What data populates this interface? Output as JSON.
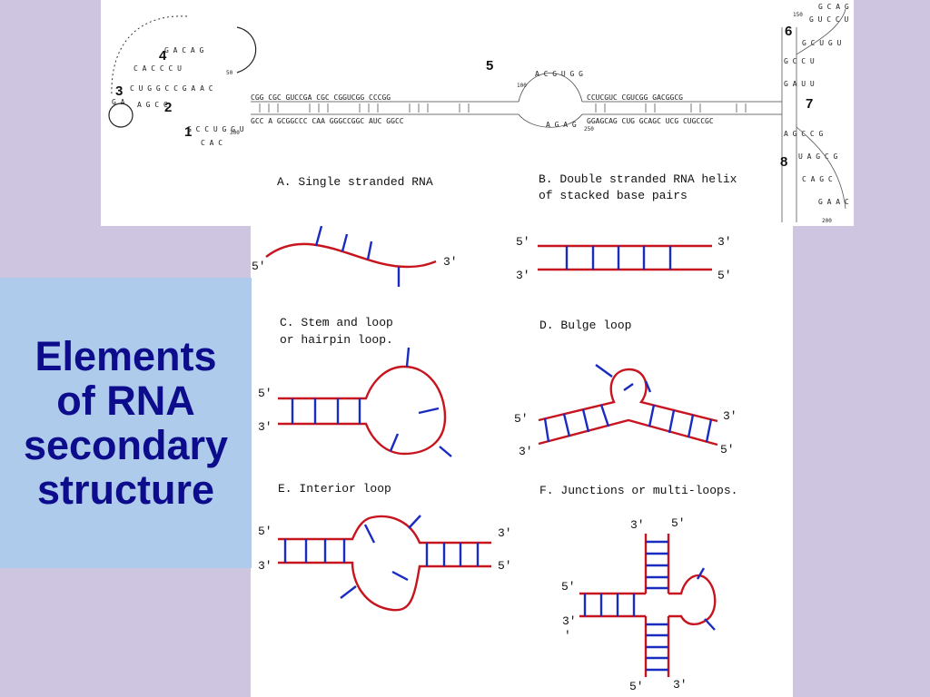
{
  "slide": {
    "title_lines": [
      "Elements",
      "of RNA",
      "secondary",
      "structure"
    ]
  },
  "top_figure": {
    "region_numbers": [
      "1",
      "2",
      "3",
      "4",
      "5",
      "6",
      "7",
      "8"
    ],
    "position_labels": [
      "50",
      "100",
      "150",
      "200",
      "250",
      "300"
    ]
  },
  "panels": {
    "a": {
      "caption": "A.  Single stranded RNA",
      "label_5": "5'",
      "label_3": "3'"
    },
    "b": {
      "caption_line1": "B.  Double stranded RNA helix",
      "caption_line2": "of stacked base pairs",
      "top_left": "5'",
      "top_right": "3'",
      "bottom_left": "3'",
      "bottom_right": "5'"
    },
    "c": {
      "caption_line1": "C.  Stem and loop",
      "caption_line2": "or hairpin loop.",
      "top_left": "5'",
      "bottom_left": "3'"
    },
    "d": {
      "caption": "D.  Bulge loop",
      "left_top": "5'",
      "left_bottom": "3'",
      "right_top": "3'",
      "right_bottom": "5'"
    },
    "e": {
      "caption": "E.  Interior loop",
      "top_left": "5'",
      "bottom_left": "3'",
      "top_right": "3'",
      "bottom_right": "5'"
    },
    "f": {
      "caption": "F.  Junctions or multi-loops.",
      "top_left": "3'",
      "top_right": "5'",
      "left_top": "5'",
      "left_bottom": "3'",
      "left_bottom_tick": "'",
      "bottom_left": "5'",
      "bottom_right": "3'"
    }
  },
  "colors": {
    "background": "#cec6e0",
    "title_box": "#aecbeb",
    "title_text": "#0c0c8c",
    "backbone": "#c8141e",
    "base_pair": "#1a2bbf"
  }
}
